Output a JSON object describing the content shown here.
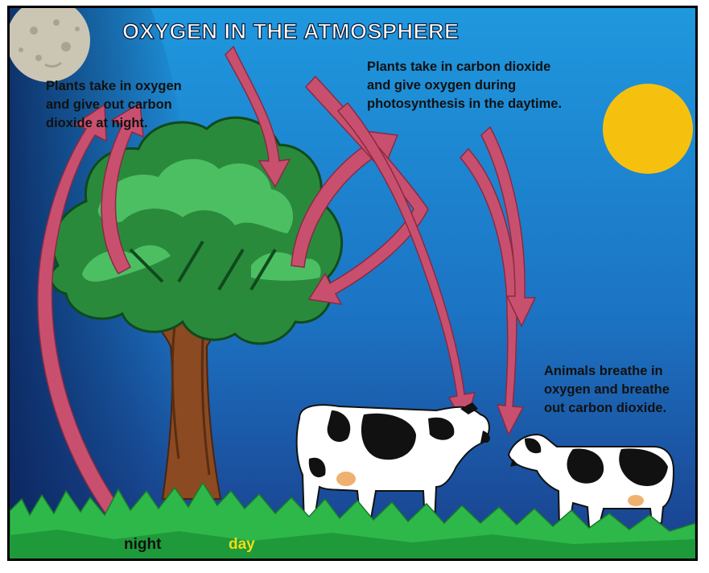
{
  "title": "OXYGEN IN THE ATMOSPHERE",
  "notes": {
    "night": "Plants take in oxygen\nand give out carbon\ndioxide at night.",
    "day": "Plants take in carbon dioxide\nand give oxygen during\nphotosynthesis in the daytime.",
    "animals": "Animals breathe in\noxygen and breathe\nout carbon dioxide."
  },
  "labels": {
    "night": "night",
    "day": "day"
  },
  "colors": {
    "sky_top": "#1f93d8",
    "sky_bottom": "#1b4f9a",
    "night_shade": "#0c2a66",
    "sun": "#f6c10e",
    "moon": "#c9c3b0",
    "arrow": "#c8506e",
    "foliage_dark": "#2a8a3c",
    "foliage_light": "#4cbf63",
    "trunk": "#8b4a22",
    "grass": "#2fb84a",
    "day_label": "#f2dc14"
  }
}
